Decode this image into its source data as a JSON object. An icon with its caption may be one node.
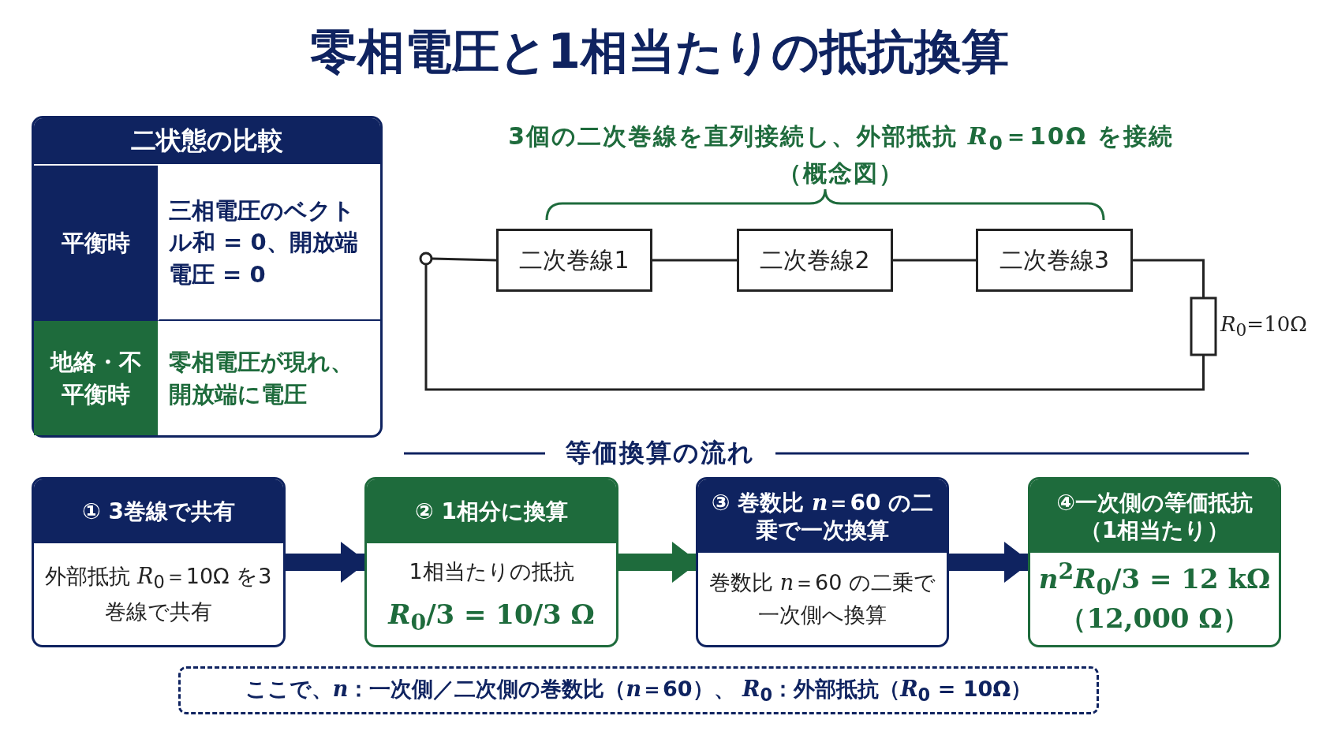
{
  "diagram": {
    "title": "零相電圧と1相当たりの抵抗換算",
    "nodes": [
      {
        "text": [
          "二状態の比較"
        ]
      },
      {
        "text": [
          "平衡時"
        ],
        "in": 0
      },
      {
        "text": [
          "三相電圧のベクトル和 = 0、開放端電圧 = 0"
        ],
        "in": 0
      },
      {
        "text": [
          "地絡・不平衡時"
        ],
        "in": 0
      },
      {
        "text": [
          "零相電圧が現れ、開放端に電圧"
        ],
        "in": 0
      },
      {
        "text": [],
        "shape": "circle"
      },
      {
        "text": [
          "二次巻線1"
        ]
      },
      {
        "text": [
          "二次巻線2"
        ]
      },
      {
        "text": [
          "二次巻線3"
        ]
      },
      {
        "text": [],
        "shape": "box",
        "beside": [
          "*R*$_{0}$=10Ω"
        ]
      },
      {
        "text": [
          "① 3巻線で共有",
          "外部抵抗 *R*$_{0}$＝10Ω を3巻線で共有"
        ]
      },
      {
        "text": [
          "② 1相分に換算",
          "1相当たりの抵抗",
          "*R*$_{0}$/3 = 10/3 Ω"
        ]
      },
      {
        "text": [
          "③ 巻数比 *n*＝60 の二乗で一次換算",
          "巻数比 *n*＝60 の二乗で一次側へ換算"
        ]
      },
      {
        "text": [
          "④一次側の等価抵抗（1相当たり）",
          "*n*$^{2}$*R*$_{0}$/3 = 12 kΩ",
          "（12,000 Ω）"
        ]
      },
      {
        "text": [
          "ここで、*n*：一次側／二次側の巻数比（*n*＝60）、 *R*$_{0}$：外部抵抗（*R*$_{0}$ = 10Ω）"
        ]
      }
    ],
    "edges": [
      {
        "from": 5,
        "to": 6,
        "arrow": "none"
      },
      {
        "from": 6,
        "to": 7,
        "arrow": "none"
      },
      {
        "from": 7,
        "to": 8,
        "arrow": "none"
      },
      {
        "from": 8,
        "to": 9,
        "arrow": "none"
      },
      {
        "from": 9,
        "to": 5,
        "arrow": "none"
      },
      {
        "from": 10,
        "to": 11,
        "arrow": "to",
        "style": "thick",
        "color": "#0f2360"
      },
      {
        "from": 11,
        "to": 12,
        "arrow": "to",
        "style": "thick",
        "color": "#1e6b3c"
      },
      {
        "from": 12,
        "to": 13,
        "arrow": "to",
        "style": "thick",
        "color": "#0f2360"
      }
    ],
    "labels": [
      "3個の二次巻線を直列接続し、外部抵抗 *R*$_{0}$＝10Ω を接続",
      "（概念図）",
      "等価換算の流れ"
    ]
  }
}
